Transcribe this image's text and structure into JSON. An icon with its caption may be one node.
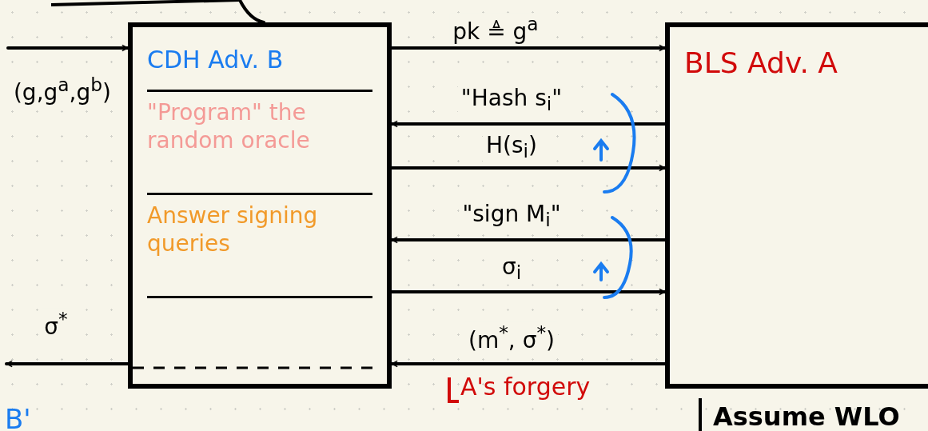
{
  "diagram": {
    "nodes": [
      {
        "text": [
          "CDH Adv. B",
          "\"Program\" the random oracle",
          "Answer signing queries"
        ]
      },
      {
        "text": [
          "BLS Adv. A"
        ]
      }
    ],
    "edges": [
      {
        "from": null,
        "to": 0,
        "arrow": "to",
        "label": "(g,g$^{a}$,g$^{b}$)"
      },
      {
        "from": 0,
        "to": 1,
        "arrow": "to",
        "label": "pk ≜ g$^{a}$"
      },
      {
        "from": 1,
        "to": 0,
        "arrow": "to",
        "label": "\"Hash s$_{i}$\""
      },
      {
        "from": 0,
        "to": 1,
        "arrow": "to",
        "label": "H(s$_{i}$)"
      },
      {
        "from": 1,
        "to": 0,
        "arrow": "to",
        "label": "\"sign M$_{i}$\""
      },
      {
        "from": 0,
        "to": 1,
        "arrow": "to",
        "label": "σ$_{i}$"
      },
      {
        "from": 1,
        "to": 0,
        "arrow": "to",
        "label": "(m$^{*}$, σ$^{*}$)"
      },
      {
        "from": 0,
        "to": null,
        "arrow": "to",
        "label": "σ$^{*}$"
      },
      {
        "from": null,
        "to": 0,
        "arrow": "none"
      }
    ],
    "labels": [
      "A's forgery",
      "B'",
      "Assume WLO"
    ]
  }
}
